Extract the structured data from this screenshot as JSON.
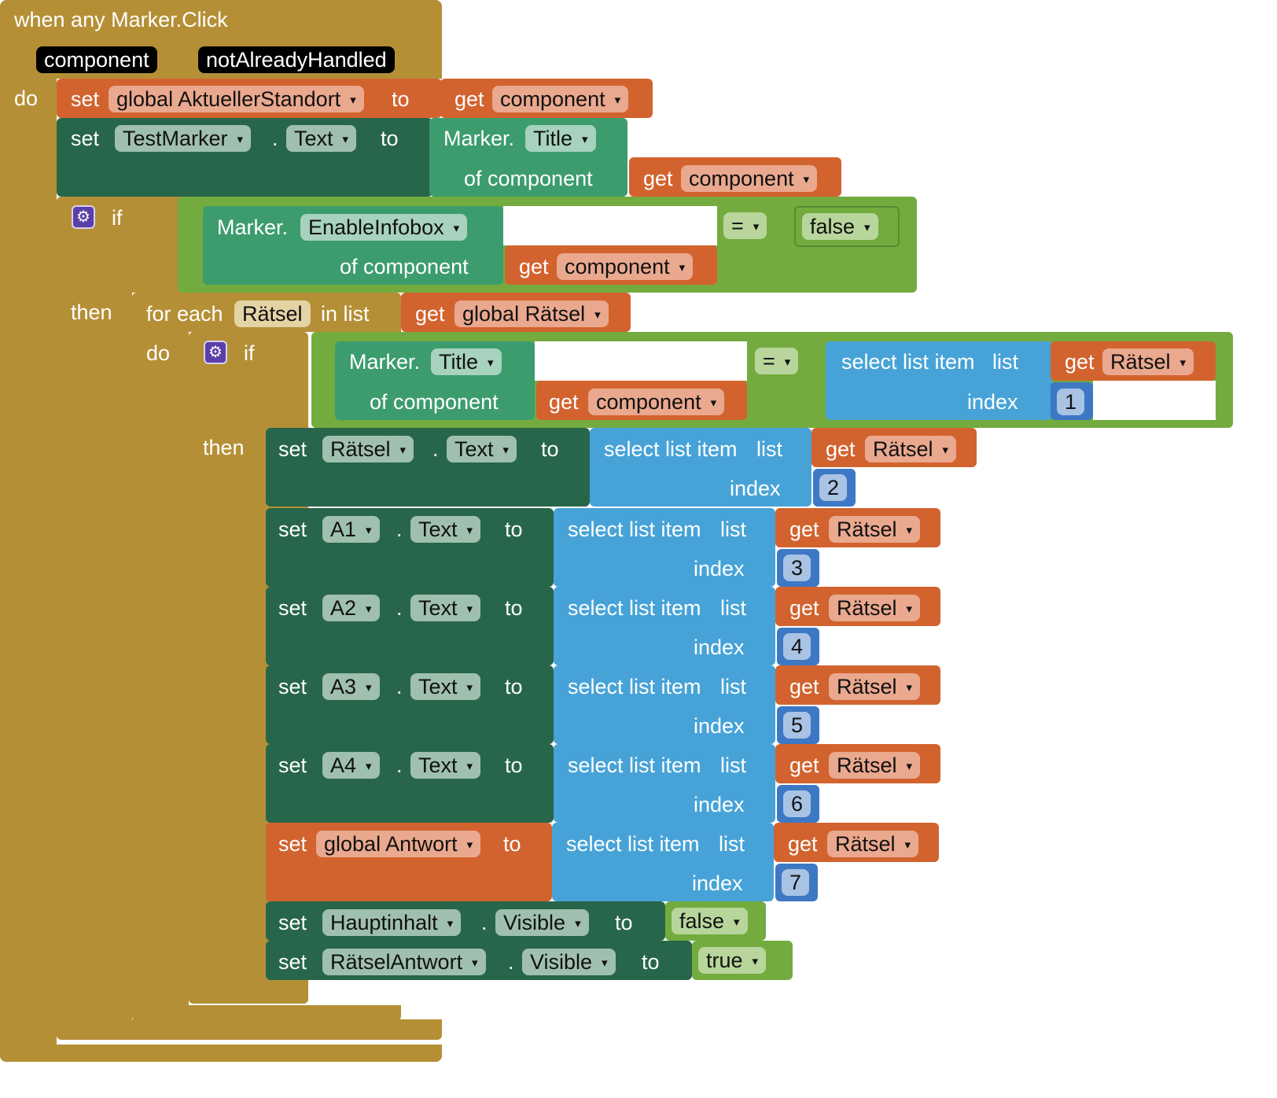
{
  "event": {
    "title": "when any Marker.Click",
    "params": [
      "component",
      "notAlreadyHandled"
    ],
    "do_label": "do"
  },
  "kw": {
    "set": "set",
    "to": "to",
    "get": "get",
    "dot": ".",
    "if": "if",
    "then": "then",
    "do": "do",
    "for_each": "for each",
    "in_list": "in list",
    "of_component": "of component",
    "select_list_item": "select list item",
    "list": "list",
    "index": "index",
    "eq": "="
  },
  "stmt1": {
    "var": "global AktuellerStandort",
    "get": "component"
  },
  "stmt2": {
    "component": "TestMarker",
    "prop": "Text",
    "getter": "Marker.",
    "getter_prop": "Title",
    "get": "component"
  },
  "if1": {
    "getter": "Marker.",
    "getter_prop": "EnableInfobox",
    "get": "component",
    "value": "false"
  },
  "foreach": {
    "var": "Rätsel",
    "list": "global Rätsel"
  },
  "if2": {
    "getter": "Marker.",
    "getter_prop": "Title",
    "get": "component",
    "list_get": "Rätsel",
    "index": "1"
  },
  "then_stmts": [
    {
      "component": "Rätsel",
      "prop": "Text",
      "get": "Rätsel",
      "index": "2"
    },
    {
      "component": "A1",
      "prop": "Text",
      "get": "Rätsel",
      "index": "3"
    },
    {
      "component": "A2",
      "prop": "Text",
      "get": "Rätsel",
      "index": "4"
    },
    {
      "component": "A3",
      "prop": "Text",
      "get": "Rätsel",
      "index": "5"
    },
    {
      "component": "A4",
      "prop": "Text",
      "get": "Rätsel",
      "index": "6"
    },
    {
      "var": "global Antwort",
      "get": "Rätsel",
      "index": "7"
    },
    {
      "component": "Hauptinhalt",
      "prop": "Visible",
      "value": "false"
    },
    {
      "component": "RätselAntwort",
      "prop": "Visible",
      "value": "true"
    }
  ],
  "colors": {
    "event": "#b58f36",
    "variable": "#d2632e",
    "component_setter": "#27664a",
    "component_getter": "#3d9c6e",
    "logic": "#73ab3f",
    "list": "#47a3d7",
    "math": "#3d78c4"
  }
}
